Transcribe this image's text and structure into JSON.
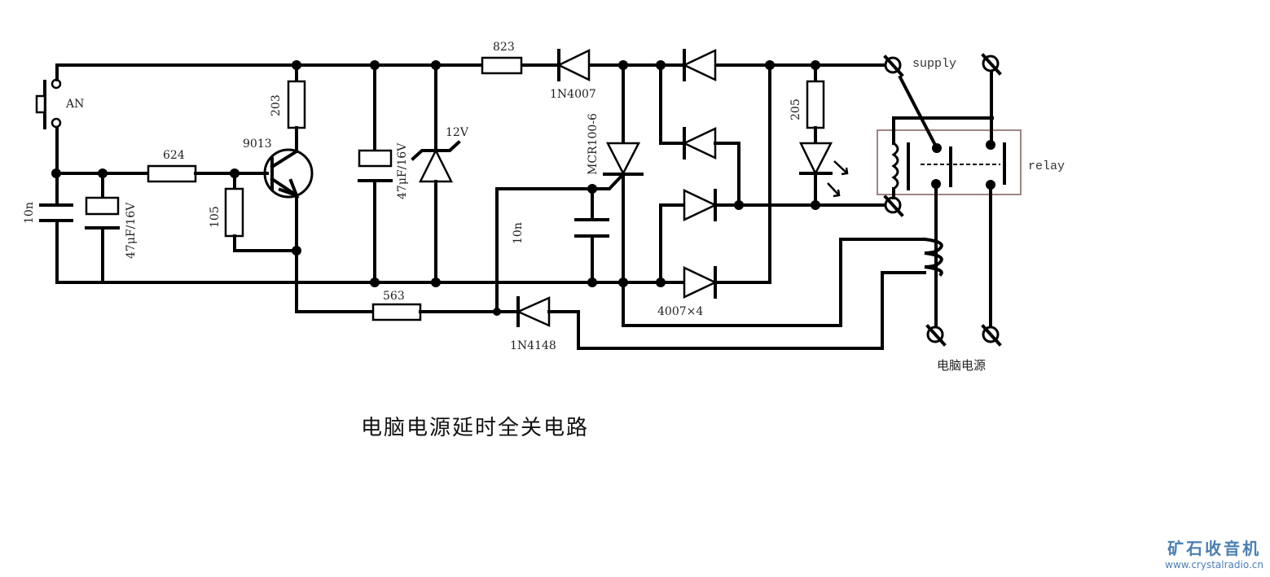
{
  "title": "电脑电源延时全关电路",
  "watermark": {
    "name": "矿石收音机",
    "url": "www.crystalradio.cn",
    "color": "#4a7fb5"
  },
  "components": {
    "switch": {
      "label": "AN",
      "type": "push-button"
    },
    "c_in": {
      "label": "10n",
      "type": "capacitor"
    },
    "c_e1": {
      "label": "47μF/16V",
      "type": "electrolytic-capacitor"
    },
    "r_624": {
      "label": "624",
      "type": "resistor"
    },
    "r_105": {
      "label": "105",
      "type": "resistor"
    },
    "r_203": {
      "label": "203",
      "type": "resistor"
    },
    "q1": {
      "label": "9013",
      "type": "npn-transistor"
    },
    "c_e2": {
      "label": "47μF/16V",
      "type": "electrolytic-capacitor"
    },
    "zener": {
      "label": "12V",
      "type": "zener-diode"
    },
    "r_823": {
      "label": "823",
      "type": "resistor"
    },
    "d_1n4007": {
      "label": "1N4007",
      "type": "diode"
    },
    "scr": {
      "label": "MCR100-6",
      "type": "thyristor"
    },
    "c_gate": {
      "label": "10n",
      "type": "capacitor"
    },
    "r_563": {
      "label": "563",
      "type": "resistor"
    },
    "d_1n4148": {
      "label": "1N4148",
      "type": "diode"
    },
    "bridge": {
      "label": "4007×4",
      "type": "bridge-rectifier"
    },
    "r_205": {
      "label": "205",
      "type": "resistor"
    },
    "led": {
      "label": "",
      "type": "led"
    },
    "relay": {
      "label": "relay",
      "type": "relay"
    },
    "supply": {
      "label": "supply",
      "type": "terminal"
    },
    "pc_power": {
      "label": "电脑电源",
      "type": "terminal"
    }
  },
  "colors": {
    "relay_box": "#a08585",
    "wire": "#000000"
  }
}
